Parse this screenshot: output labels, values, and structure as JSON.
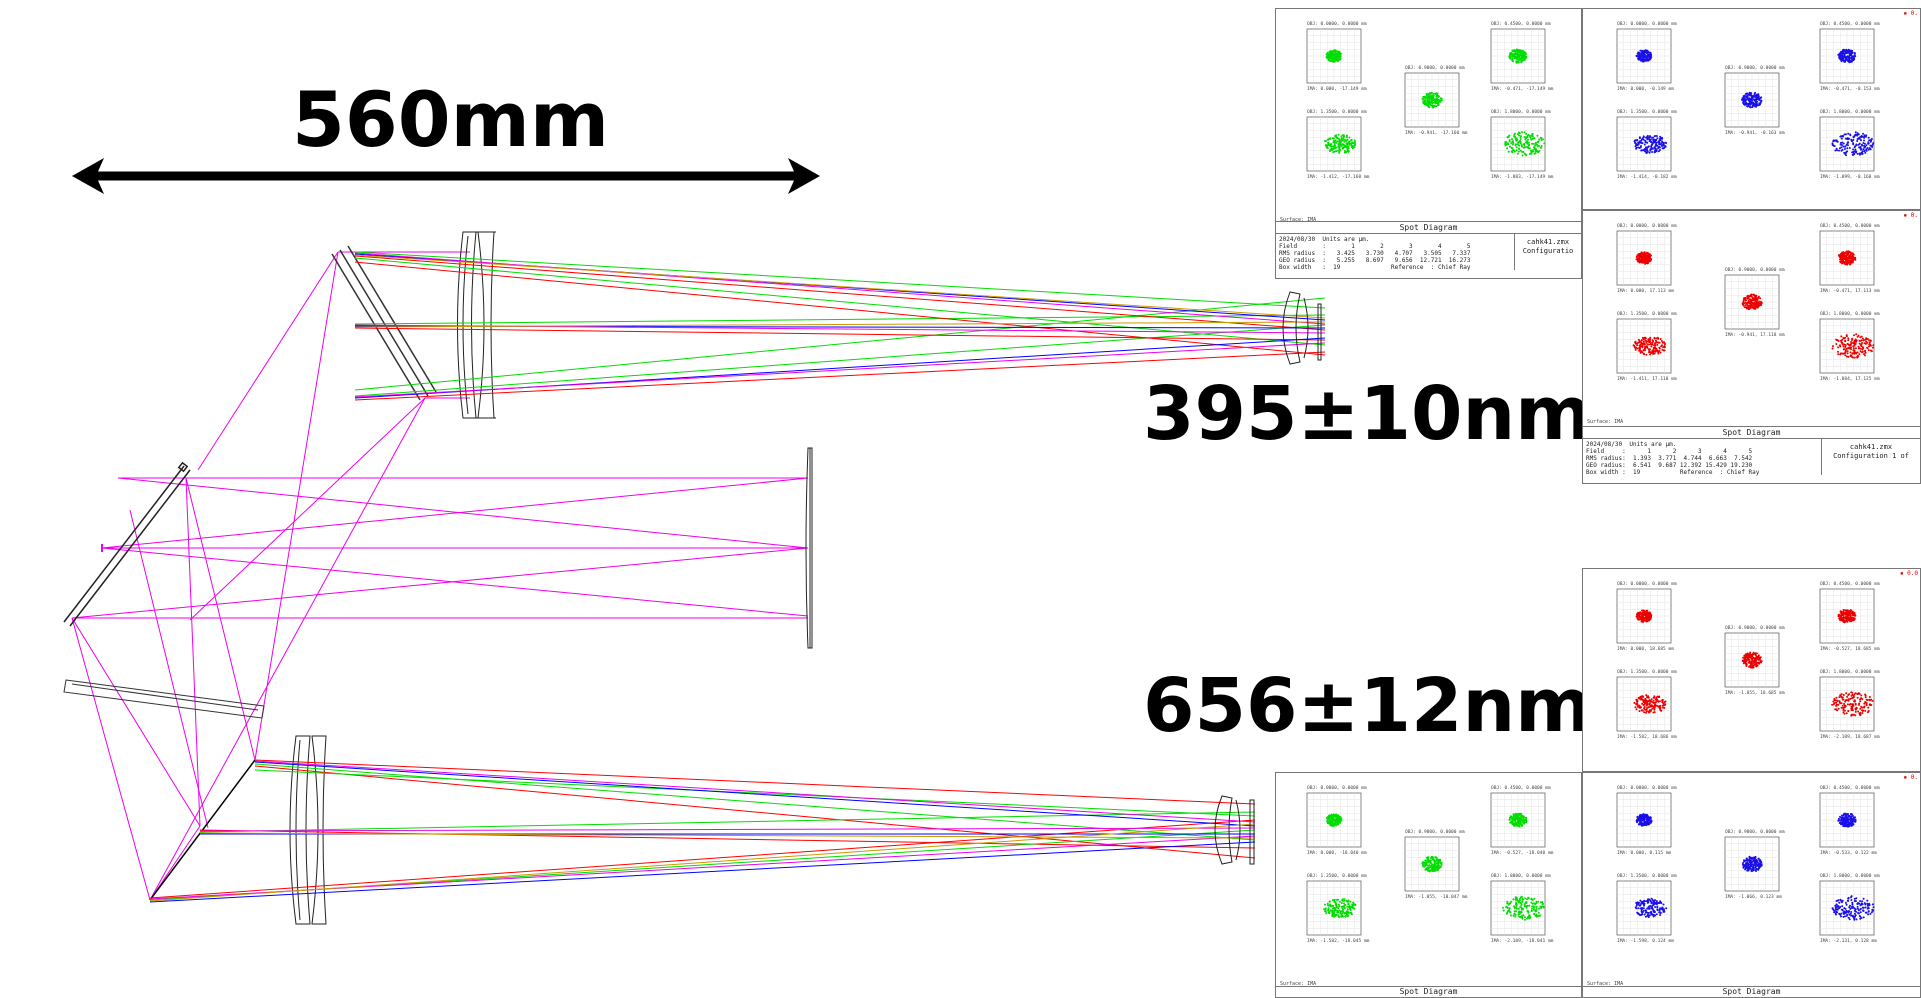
{
  "labels": {
    "dimension": "560mm",
    "band_blue": "395±10nm",
    "band_red": "656±12nm"
  },
  "colors": {
    "green_spot": "#00dd00",
    "blue_spot": "#1a10e8",
    "red_spot": "#ee0000",
    "ray_magenta": "#ee00ee",
    "ray_red": "#ff0000",
    "ray_green": "#00dd00",
    "ray_blue": "#0000ff"
  },
  "spot_panels": [
    {
      "id": "blue-green",
      "spot_color": "#00dd00",
      "title": "Spot Diagram",
      "date_units": "2024/08/30  Units are µm.",
      "field_row": "Field       :       1       2       3       4       5",
      "rms_row": "RMS radius  :   3.425   3.730   4.707   3.505   7.337",
      "geo_row": "GEO radius  :   5.255   8.697   9.656  12.721  16.273",
      "box_row": "Box width   :  19              Reference  : Chief Ray",
      "file": "cahk41.zmx",
      "config": "Configuratio",
      "surface": "Surface: IMA",
      "fields": [
        {
          "obj": "OBJ: 0.0000, 0.0000 mm",
          "ima": "IMA: 0.000, -17.149 mm"
        },
        {
          "obj": "OBJ: 0.9000, 0.0000 mm",
          "ima": "IMA: -0.941, -17.160 mm"
        },
        {
          "obj": "OBJ: 0.4500, 0.0000 mm",
          "ima": "IMA: -0.471, -17.149 mm"
        },
        {
          "obj": "OBJ: 1.3500, 0.0000 mm",
          "ima": "IMA: -1.412, -17.160 mm"
        },
        {
          "obj": "OBJ: 1.8000, 0.0000 mm",
          "ima": "IMA: -1.883, -17.149 mm"
        }
      ]
    },
    {
      "id": "blue-blue",
      "spot_color": "#1a10e8",
      "title": "",
      "surface": "",
      "fields": [
        {
          "obj": "OBJ: 0.0000, 0.0000 mm",
          "ima": "IMA: 0.000, -0.149 mm"
        },
        {
          "obj": "OBJ: 0.9000, 0.0000 mm",
          "ima": "IMA: -0.941, -0.163 mm"
        },
        {
          "obj": "OBJ: 0.4500, 0.0000 mm",
          "ima": "IMA: -0.471, -0.153 mm"
        },
        {
          "obj": "OBJ: 1.3500, 0.0000 mm",
          "ima": "IMA: -1.414, -0.182 mm"
        },
        {
          "obj": "OBJ: 1.8000, 0.0000 mm",
          "ima": "IMA: -1.899, -0.168 mm"
        }
      ]
    },
    {
      "id": "blue-red",
      "spot_color": "#ee0000",
      "title": "Spot Diagram",
      "date_units": "2024/08/30  Units are µm.",
      "field_row": "Field     :      1      2      3      4      5",
      "rms_row": "RMS radius:  1.393  3.771  4.744  6.663  7.542",
      "geo_row": "GEO radius:  6.541  9.687 12.392 15.429 19.230",
      "box_row": "Box width :  19           Reference  : Chief Ray",
      "file": "cahk41.zmx",
      "config": "Configuration 1 of",
      "surface": "Surface: IMA",
      "fields": [
        {
          "obj": "OBJ: 0.0000, 0.0000 mm",
          "ima": "IMA: 0.000, 17.113 mm"
        },
        {
          "obj": "OBJ: 0.9000, 0.0000 mm",
          "ima": "IMA: -0.941, 17.118 mm"
        },
        {
          "obj": "OBJ: 0.4500, 0.0000 mm",
          "ima": "IMA: -0.471, 17.113 mm"
        },
        {
          "obj": "OBJ: 1.3500, 0.0000 mm",
          "ima": "IMA: -1.411, 17.118 mm"
        },
        {
          "obj": "OBJ: 1.8000, 0.0000 mm",
          "ima": "IMA: -1.884, 17.125 mm"
        }
      ]
    },
    {
      "id": "red-red",
      "spot_color": "#ee0000",
      "title": "",
      "surface": "",
      "fields": [
        {
          "obj": "OBJ: 0.0000, 0.0000 mm",
          "ima": "IMA: 0.000, 18.685 mm"
        },
        {
          "obj": "OBJ: 0.9000, 0.0000 mm",
          "ima": "IMA: -1.055, 18.685 mm"
        },
        {
          "obj": "OBJ: 0.4500, 0.0000 mm",
          "ima": "IMA: -0.527, 18.685 mm"
        },
        {
          "obj": "OBJ: 1.3500, 0.0000 mm",
          "ima": "IMA: -1.582, 18.686 mm"
        },
        {
          "obj": "OBJ: 1.8000, 0.0000 mm",
          "ima": "IMA: -2.109, 18.687 mm"
        }
      ]
    },
    {
      "id": "red-green",
      "spot_color": "#00dd00",
      "title": "Spot Diagram",
      "surface": "Surface: IMA",
      "fields": [
        {
          "obj": "OBJ: 0.0000, 0.0000 mm",
          "ima": "IMA: 0.000, -18.040 mm"
        },
        {
          "obj": "OBJ: 0.9000, 0.0000 mm",
          "ima": "IMA: -1.055, -18.047 mm"
        },
        {
          "obj": "OBJ: 0.4500, 0.0000 mm",
          "ima": "IMA: -0.527, -18.040 mm"
        },
        {
          "obj": "OBJ: 1.3500, 0.0000 mm",
          "ima": "IMA: -1.582, -18.045 mm"
        },
        {
          "obj": "OBJ: 1.8000, 0.0000 mm",
          "ima": "IMA: -2.109, -18.041 mm"
        }
      ]
    },
    {
      "id": "red-blue",
      "spot_color": "#1a10e8",
      "title": "Spot Diagram",
      "surface": "Surface: IMA",
      "fields": [
        {
          "obj": "OBJ: 0.0000, 0.0000 mm",
          "ima": "IMA: 0.000, 0.115 mm"
        },
        {
          "obj": "OBJ: 0.9000, 0.0000 mm",
          "ima": "IMA: -1.066, 0.123 mm"
        },
        {
          "obj": "OBJ: 0.4500, 0.0000 mm",
          "ima": "IMA: -0.533, 0.122 mm"
        },
        {
          "obj": "OBJ: 1.3500, 0.0000 mm",
          "ima": "IMA: -1.598, 0.124 mm"
        },
        {
          "obj": "OBJ: 1.8000, 0.0000 mm",
          "ima": "IMA: -2.131, 0.128 mm"
        }
      ]
    }
  ]
}
